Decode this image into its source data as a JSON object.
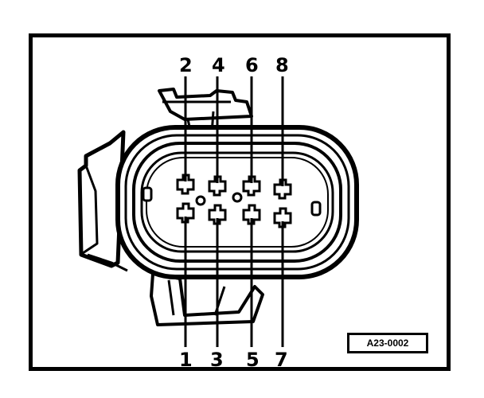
{
  "figure": {
    "reference_code": "A23-0002",
    "pins_top": [
      "2",
      "4",
      "6",
      "8"
    ],
    "pins_bottom": [
      "1",
      "3",
      "5",
      "7"
    ]
  }
}
